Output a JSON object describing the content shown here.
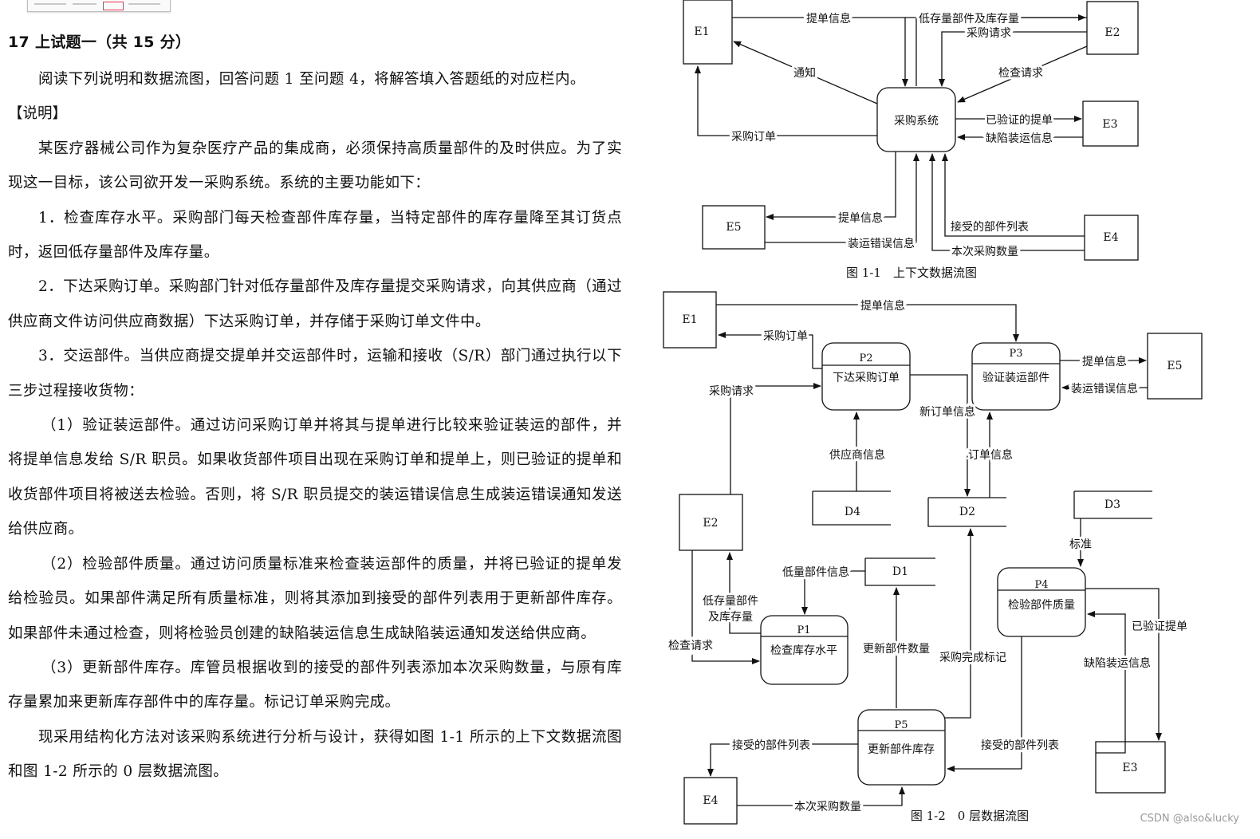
{
  "heading": "17 上试题一（共 15 分）",
  "intro": "阅读下列说明和数据流图，回答问题 1 至问题 4，将解答填入答题纸的对应栏内。",
  "section_label": "【说明】",
  "paragraphs": {
    "p1": "某医疗器械公司作为复杂医疗产品的集成商，必须保持高质量部件的及时供应。为了实现这一目标，该公司欲开发一采购系统。系统的主要功能如下：",
    "p2": "1．检查库存水平。采购部门每天检查部件库存量，当特定部件的库存量降至其订货点时，返回低存量部件及库存量。",
    "p3": "2．下达采购订单。采购部门针对低存量部件及库存量提交采购请求，向其供应商（通过供应商文件访问供应商数据）下达采购订单，并存储于采购订单文件中。",
    "p4": "3．交运部件。当供应商提交提单并交运部件时，运输和接收（S/R）部门通过执行以下三步过程接收货物：",
    "p5": "（1）验证装运部件。通过访问采购订单并将其与提单进行比较来验证装运的部件，并将提单信息发给 S/R 职员。如果收货部件项目出现在采购订单和提单上，则已验证的提单和收货部件项目将被送去检验。否则，将 S/R 职员提交的装运错误信息生成装运错误通知发送给供应商。",
    "p6": "（2）检验部件质量。通过访问质量标准来检查装运部件的质量，并将已验证的提单发给检验员。如果部件满足所有质量标准，则将其添加到接受的部件列表用于更新部件库存。如果部件未通过检查，则将检验员创建的缺陷装运信息生成缺陷装运通知发送给供应商。",
    "p7": "（3）更新部件库存。库管员根据收到的接受的部件列表添加本次采购数量，与原有库存量累加来更新库存部件中的库存量。标记订单采购完成。",
    "p8": "现采用结构化方法对该采购系统进行分析与设计，获得如图 1-1 所示的上下文数据流图和图 1-2 所示的 0 层数据流图。"
  },
  "fig1": {
    "caption": "图 1-1　上下文数据流图",
    "system": "采购系统",
    "e1": "E1",
    "e2": "E2",
    "e3": "E3",
    "e4": "E4",
    "e5": "E5",
    "f_tidan": "提单信息",
    "f_dicun": "低存量部件及库存量",
    "f_caigouqq": "采购请求",
    "f_tongzhi": "通知",
    "f_jiancha": "检查请求",
    "f_caigoudd": "采购订单",
    "f_yiyanzheng": "已验证的提单",
    "f_quexian": "缺陷装运信息",
    "f_tidan2": "提单信息",
    "f_zhuangyun": "装运错误信息",
    "f_jieshou": "接受的部件列表",
    "f_benci": "本次采购数量"
  },
  "fig2": {
    "caption": "图 1-2　0 层数据流图",
    "e1": "E1",
    "e2": "E2",
    "e3": "E3",
    "e4": "E4",
    "e5": "E5",
    "d1": "D1",
    "d2": "D2",
    "d3": "D3",
    "d4": "D4",
    "p1_id": "P1",
    "p1_name": "检查库存水平",
    "p2_id": "P2",
    "p2_name": "下达采购订单",
    "p3_id": "P3",
    "p3_name": "验证装运部件",
    "p4_id": "P4",
    "p4_name": "检验部件质量",
    "p5_id": "P5",
    "p5_name": "更新部件库存",
    "f_tidan": "提单信息",
    "f_caigoudd": "采购订单",
    "f_caigouqq": "采购请求",
    "f_tidan2": "提单信息",
    "f_zhuangyun": "装运错误信息",
    "f_xindingdan": "新订单信息",
    "f_gongying": "供应商信息",
    "f_dingdan": "订单信息",
    "f_biaozhun": "标准",
    "f_diliang": "低量部件信息",
    "f_dicun": "低存量部件",
    "f_dicun2": "及库存量",
    "f_jiancha": "检查请求",
    "f_gengxin": "更新部件数量",
    "f_wancheng": "采购完成标记",
    "f_yiyanzheng": "已验证提单",
    "f_quexian": "缺陷装运信息",
    "f_jieshou": "接受的部件列表",
    "f_jieshou2": "接受的部件列表",
    "f_benci": "本次采购数量"
  },
  "watermark": "CSDN @also&lucky"
}
